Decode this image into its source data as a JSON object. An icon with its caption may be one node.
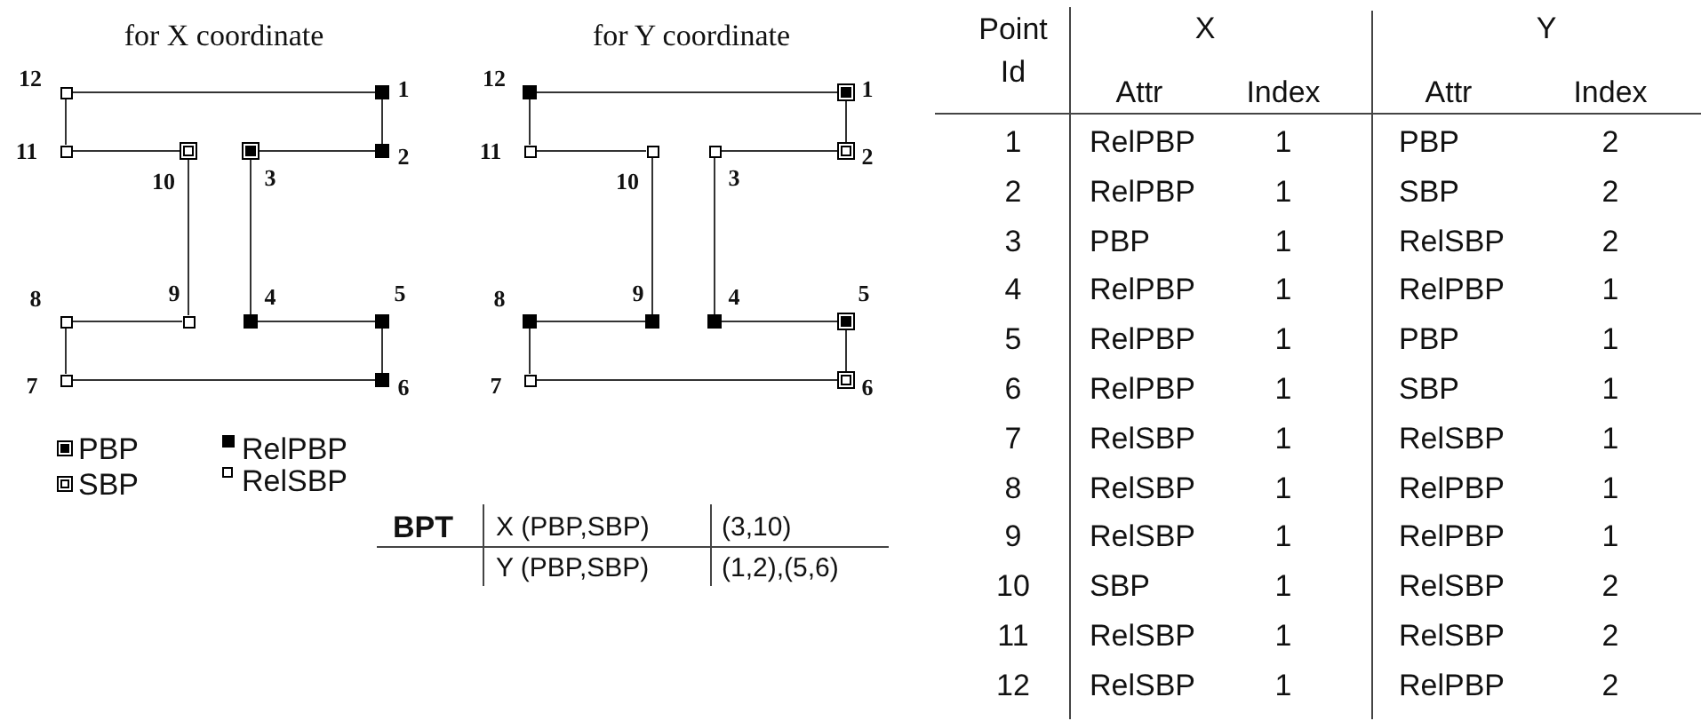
{
  "diagram": {
    "nodes": [
      {
        "text": [],
        "shape": "box",
        "beside": [
          "1"
        ]
      },
      {
        "text": [],
        "shape": "box",
        "beside": [
          "2"
        ]
      },
      {
        "text": [],
        "shape": "box",
        "beside": [
          "3"
        ]
      },
      {
        "text": [],
        "shape": "box",
        "beside": [
          "4"
        ]
      },
      {
        "text": [],
        "shape": "box",
        "beside": [
          "5"
        ]
      },
      {
        "text": [],
        "shape": "box",
        "beside": [
          "6"
        ]
      },
      {
        "text": [],
        "shape": "box",
        "beside": [
          "7"
        ]
      },
      {
        "text": [],
        "shape": "box",
        "beside": [
          "8"
        ]
      },
      {
        "text": [],
        "shape": "box",
        "beside": [
          "9"
        ]
      },
      {
        "text": [],
        "shape": "box",
        "beside": [
          "10"
        ]
      },
      {
        "text": [],
        "shape": "box",
        "beside": [
          "11"
        ]
      },
      {
        "text": [],
        "shape": "box",
        "beside": [
          "12"
        ]
      },
      {
        "text": [],
        "shape": "box",
        "beside": [
          "1"
        ]
      },
      {
        "text": [],
        "shape": "box",
        "beside": [
          "2"
        ]
      },
      {
        "text": [],
        "shape": "box",
        "beside": [
          "3"
        ]
      },
      {
        "text": [],
        "shape": "box",
        "beside": [
          "4"
        ]
      },
      {
        "text": [],
        "shape": "box",
        "beside": [
          "5"
        ]
      },
      {
        "text": [],
        "shape": "box",
        "beside": [
          "6"
        ]
      },
      {
        "text": [],
        "shape": "box",
        "beside": [
          "7"
        ]
      },
      {
        "text": [],
        "shape": "box",
        "beside": [
          "8"
        ]
      },
      {
        "text": [],
        "shape": "box",
        "beside": [
          "9"
        ]
      },
      {
        "text": [],
        "shape": "box",
        "beside": [
          "10"
        ]
      },
      {
        "text": [],
        "shape": "box",
        "beside": [
          "11"
        ]
      },
      {
        "text": [],
        "shape": "box",
        "beside": [
          "12"
        ]
      }
    ],
    "edges": [
      {
        "from": 0,
        "to": 1,
        "arrow": "none"
      },
      {
        "from": 1,
        "to": 2,
        "arrow": "none"
      },
      {
        "from": 2,
        "to": 3,
        "arrow": "none"
      },
      {
        "from": 3,
        "to": 4,
        "arrow": "none"
      },
      {
        "from": 4,
        "to": 5,
        "arrow": "none"
      },
      {
        "from": 5,
        "to": 6,
        "arrow": "none"
      },
      {
        "from": 6,
        "to": 7,
        "arrow": "none"
      },
      {
        "from": 7,
        "to": 8,
        "arrow": "none"
      },
      {
        "from": 8,
        "to": 9,
        "arrow": "none"
      },
      {
        "from": 9,
        "to": 10,
        "arrow": "none"
      },
      {
        "from": 10,
        "to": 11,
        "arrow": "none"
      },
      {
        "from": 11,
        "to": 0,
        "arrow": "none"
      },
      {
        "from": 12,
        "to": 13,
        "arrow": "none"
      },
      {
        "from": 13,
        "to": 14,
        "arrow": "none"
      },
      {
        "from": 14,
        "to": 15,
        "arrow": "none"
      },
      {
        "from": 15,
        "to": 16,
        "arrow": "none"
      },
      {
        "from": 16,
        "to": 17,
        "arrow": "none"
      },
      {
        "from": 17,
        "to": 18,
        "arrow": "none"
      },
      {
        "from": 18,
        "to": 19,
        "arrow": "none"
      },
      {
        "from": 19,
        "to": 20,
        "arrow": "none"
      },
      {
        "from": 20,
        "to": 21,
        "arrow": "none"
      },
      {
        "from": 21,
        "to": 22,
        "arrow": "none"
      },
      {
        "from": 22,
        "to": 23,
        "arrow": "none"
      },
      {
        "from": 23,
        "to": 12,
        "arrow": "none"
      }
    ],
    "labels": [
      "for X coordinate",
      "for Y coordinate",
      "BPT",
      "X (PBP,SBP)",
      "(3,10)",
      "Y (PBP,SBP)",
      "(1,2),(5,6)",
      "Point Id",
      "X",
      "Y",
      "Attr",
      "Index",
      "Attr",
      "Index",
      "1",
      "RelPBP",
      "1",
      "PBP",
      "2",
      "2",
      "RelPBP",
      "1",
      "SBP",
      "2",
      "3",
      "PBP",
      "1",
      "RelSBP",
      "2",
      "4",
      "RelPBP",
      "1",
      "RelPBP",
      "1",
      "5",
      "RelPBP",
      "1",
      "PBP",
      "1",
      "6",
      "RelPBP",
      "1",
      "SBP",
      "1",
      "7",
      "RelSBP",
      "1",
      "RelSBP",
      "1",
      "8",
      "RelSBP",
      "1",
      "RelPBP",
      "1",
      "9",
      "RelSBP",
      "1",
      "RelPBP",
      "1",
      "10",
      "SBP",
      "1",
      "RelSBP",
      "2",
      "11",
      "RelSBP",
      "1",
      "RelSBP",
      "2",
      "12",
      "RelSBP",
      "1",
      "RelPBP",
      "2"
    ],
    "legend": [
      {
        "text": "PBP"
      },
      {
        "text": "RelPBP"
      },
      {
        "text": "SBP"
      },
      {
        "text": "RelSBP"
      }
    ]
  }
}
